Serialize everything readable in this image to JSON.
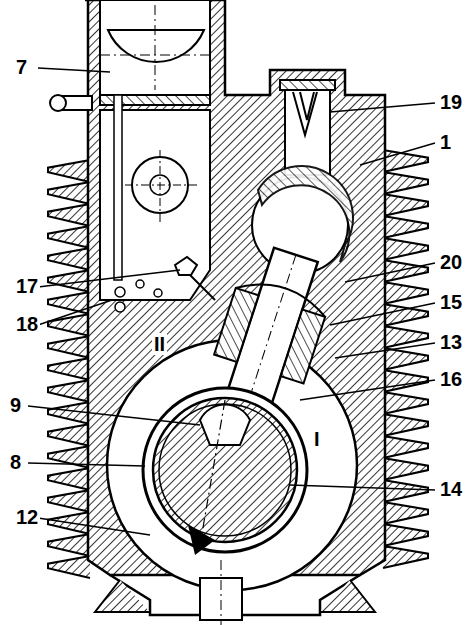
{
  "diagram": {
    "labels": [
      "7",
      "19",
      "1",
      "17",
      "20",
      "18",
      "15",
      "13",
      "II",
      "16",
      "9",
      "I",
      "8",
      "14",
      "12"
    ]
  }
}
